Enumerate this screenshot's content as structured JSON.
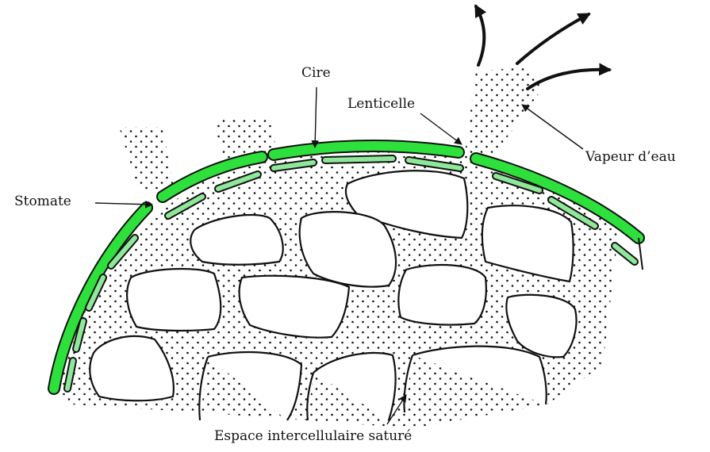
{
  "labels": {
    "cire": "Cire",
    "lenticelle": "Lenticelle",
    "vapeur": "Vapeur d’eau",
    "stomate": "Stomate",
    "espace": "Espace intercellulaire saturé"
  },
  "colors": {
    "wax": "#2ee03c",
    "outline": "#111111",
    "background": "#ffffff"
  }
}
